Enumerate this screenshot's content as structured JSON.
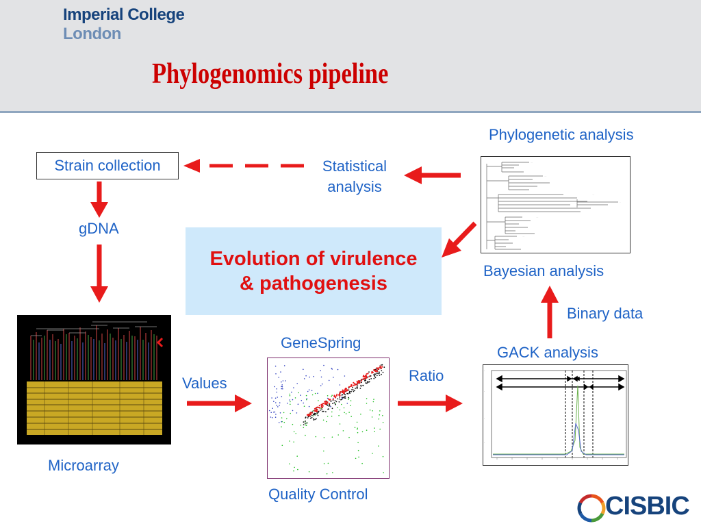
{
  "header": {
    "logo_line1": "Imperial College",
    "logo_line2": "London",
    "title": "Phylogenomics pipeline"
  },
  "nodes": {
    "strain_collection": "Strain collection",
    "gdna": "gDNA",
    "microarray": "Microarray",
    "values": "Values",
    "genespring": "GeneSpring",
    "quality_control": "Quality Control",
    "ratio": "Ratio",
    "gack_analysis": "GACK analysis",
    "binary_data": "Binary data",
    "bayesian_analysis": "Bayesian analysis",
    "phylogenetic_analysis": "Phylogenetic analysis",
    "statistical_line1": "Statistical",
    "statistical_line2": "analysis"
  },
  "center_box": {
    "line1": "Evolution of virulence",
    "line2": "& pathogenesis"
  },
  "footer": {
    "logo_text": "CISBIC"
  },
  "colors": {
    "title": "#cc0000",
    "label": "#1f63c6",
    "arrow": "#e81b1b",
    "center_fill": "#cfe9fb",
    "logo_blue": "#16437c"
  }
}
